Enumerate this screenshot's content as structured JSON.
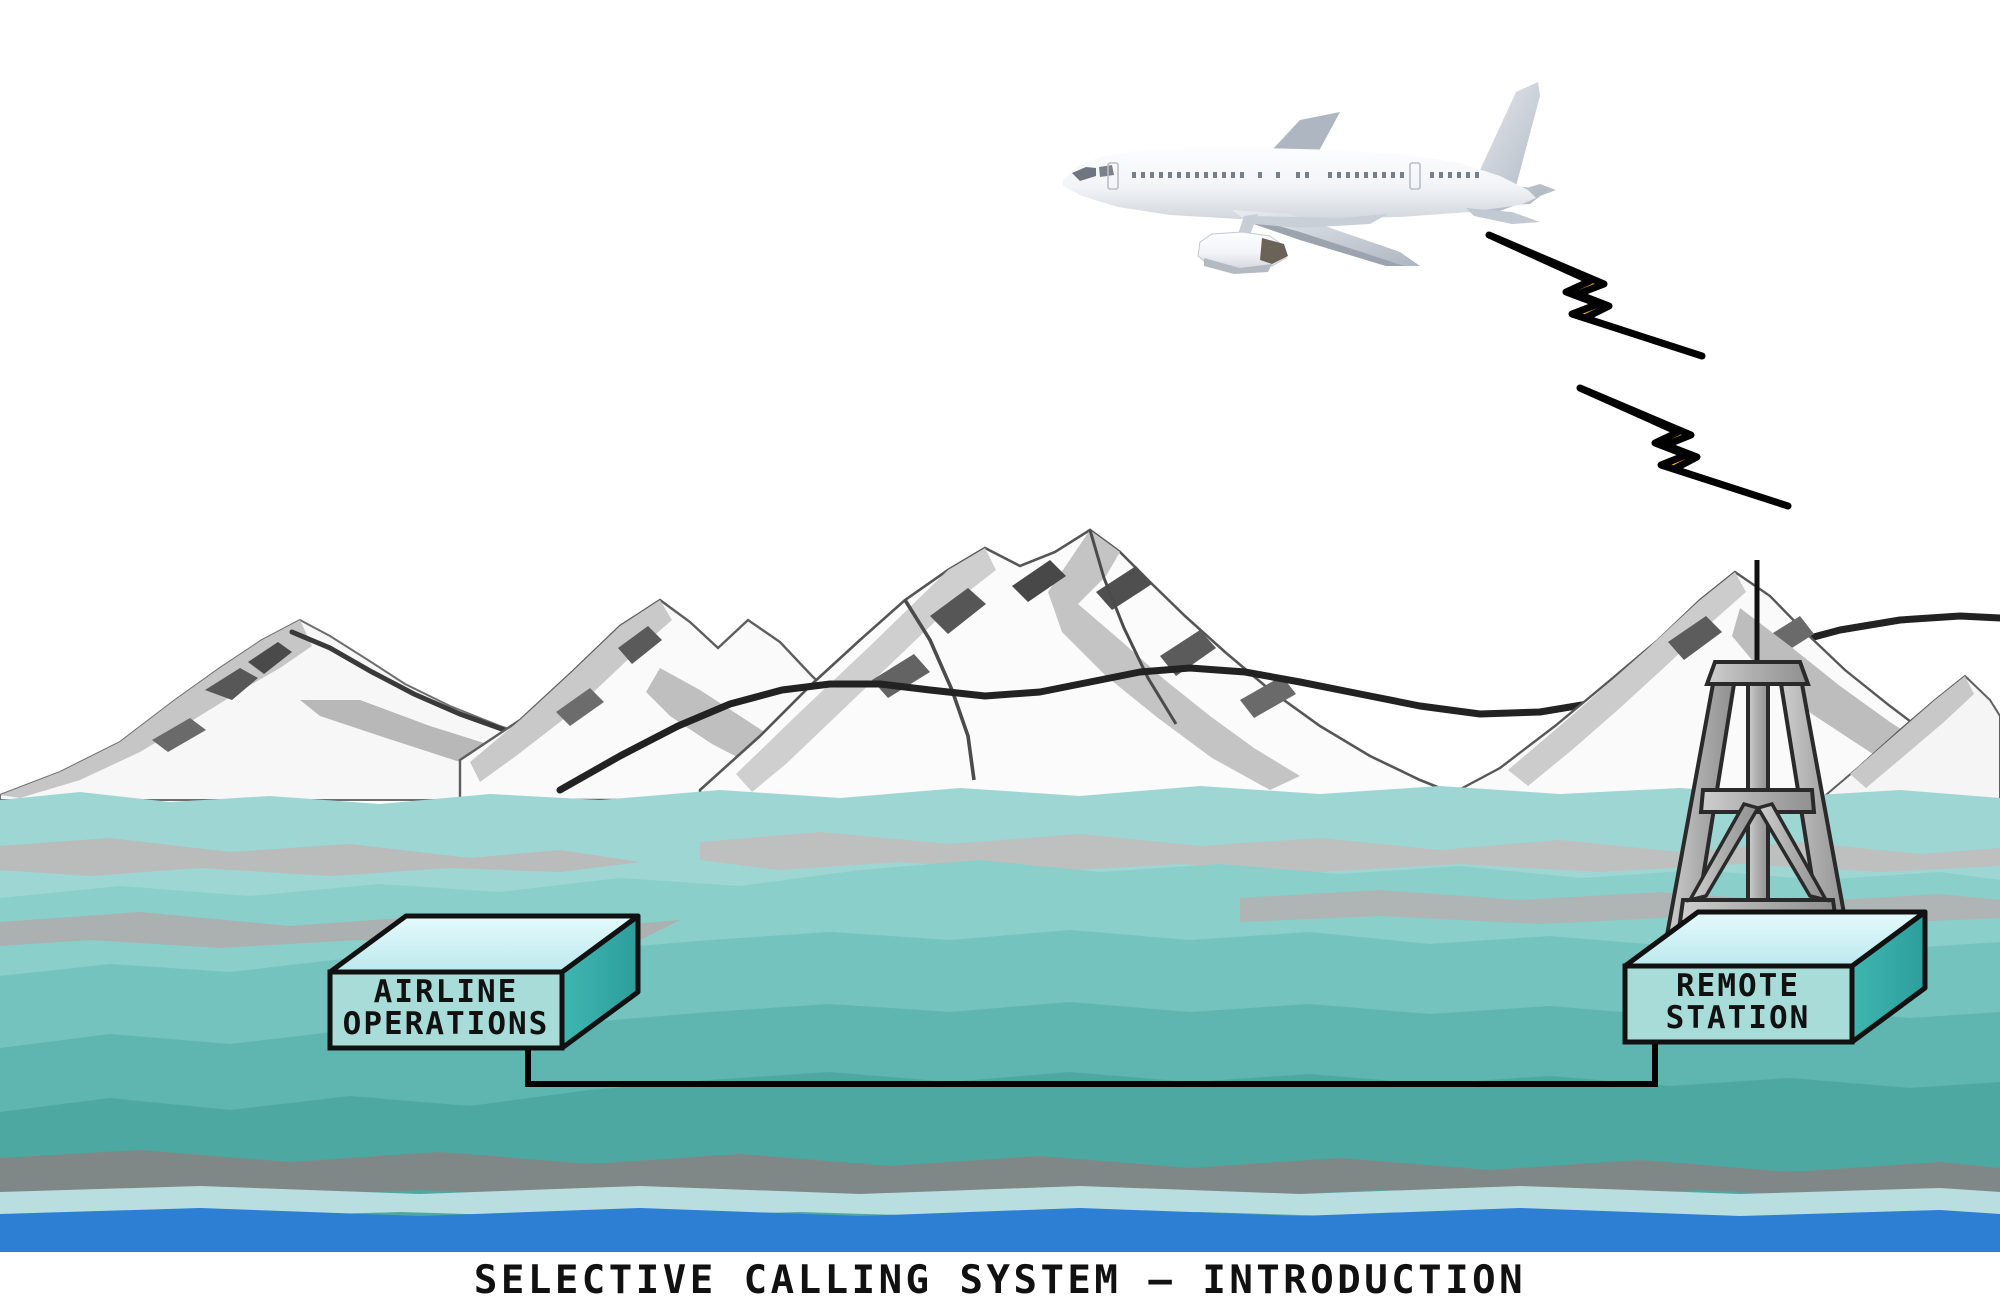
{
  "diagram": {
    "title": "SELECTIVE CALLING SYSTEM — INTRODUCTION",
    "type": "technical-illustration",
    "subject": "aircraft SELCAL communication link over mountainous terrain"
  },
  "nodes": {
    "airline_operations": {
      "line1": "AIRLINE",
      "line2": "OPERATIONS",
      "name": "AIRLINE OPERATIONS"
    },
    "remote_station": {
      "line1": "REMOTE",
      "line2": "STATION",
      "name": "REMOTE STATION"
    }
  },
  "elements": {
    "aircraft": "airliner",
    "tower": "radio-antenna-tower",
    "bolt_upper": "radio-signal-bolt",
    "bolt_lower": "radio-signal-bolt",
    "cable": "ground-data-link-cable",
    "mountains": "snow-capped-mountain-range",
    "river": "river"
  },
  "colors": {
    "background": "#ffffff",
    "bolt_fill": "#F0A722",
    "bolt_outline": "#000000",
    "box_front": "#A8DCD8",
    "box_top": "#CDF0F4",
    "box_side": "#33ABA8",
    "box_outline": "#111111",
    "tower_fill": "#B0B0B0",
    "tower_outline": "#2A2A2A",
    "snow_white": "#FAFAFA",
    "snow_shade_light": "#D2D2D2",
    "snow_shade_mid": "#A9A9A9",
    "snow_shade_dark": "#6E6E6E",
    "terrain_1": "#9DD6D2",
    "terrain_2": "#8ACFCA",
    "terrain_3": "#74C3BE",
    "terrain_4": "#5FB5B0",
    "terrain_5": "#4CA8A0",
    "rock_grey": "#B5B0B0",
    "rock_grey_dark": "#8A8382",
    "river_blue": "#2D7FD4",
    "river_edge": "#B9DEE0",
    "cable_black": "#000000",
    "title_text": "#111111"
  }
}
